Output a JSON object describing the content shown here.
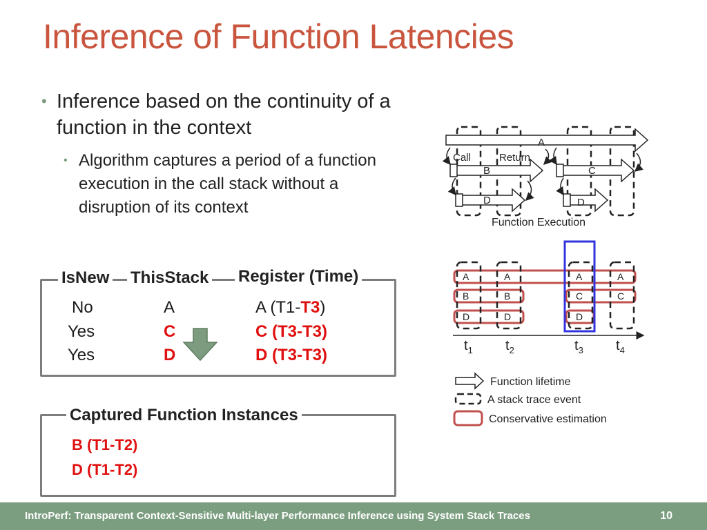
{
  "slide": {
    "title": "Inference of Function Latencies",
    "bullet1": "Inference based on the continuity of a function in the context",
    "bullet2": "Algorithm captures a period of a function execution in the call stack without a disruption of its context"
  },
  "table": {
    "headers": {
      "isnew": "IsNew",
      "thisstack": "ThisStack",
      "register": "Register (Time)"
    },
    "rows": [
      {
        "isnew": "No",
        "thisstack": "A",
        "register_prefix": "A (T1-",
        "register_bold": "T3",
        "register_suffix": ")"
      },
      {
        "isnew": "Yes",
        "thisstack": "C",
        "register": "C (T3-T3)"
      },
      {
        "isnew": "Yes",
        "thisstack": "D",
        "register": "D (T3-T3)"
      }
    ]
  },
  "captured": {
    "title": "Captured Function Instances",
    "items": [
      "B (T1-T2)",
      "D (T1-T2)"
    ]
  },
  "diagram_top": {
    "fn_a": "A",
    "fn_b": "B",
    "fn_c": "C",
    "fn_d1": "D",
    "fn_d2": "D",
    "call": "Call",
    "return": "Return",
    "caption": "Function Execution"
  },
  "diagram_bottom": {
    "stacks": [
      [
        "A",
        "B",
        "D"
      ],
      [
        "A",
        "B",
        "D"
      ],
      [
        "A",
        "C",
        "D"
      ],
      [
        "A",
        "C"
      ]
    ],
    "times": [
      {
        "base": "t",
        "sub": "1"
      },
      {
        "base": "t",
        "sub": "2"
      },
      {
        "base": "t",
        "sub": "3"
      },
      {
        "base": "t",
        "sub": "4"
      }
    ]
  },
  "legend": {
    "function_lifetime": "Function lifetime",
    "stack_trace_event": "A stack trace event",
    "conservative_estimation": "Conservative estimation"
  },
  "footer": {
    "text": "IntroPerf: Transparent Context-Sensitive Multi-layer Performance Inference using System Stack Traces",
    "page": "10"
  },
  "colors": {
    "title": "#c9553e",
    "highlight_red": "#e01010",
    "estimation_border": "#c0504d",
    "current_stack_border": "#3333dd",
    "arrow_fill": "#7d9b7e",
    "footer_bg": "#7c9e80"
  }
}
